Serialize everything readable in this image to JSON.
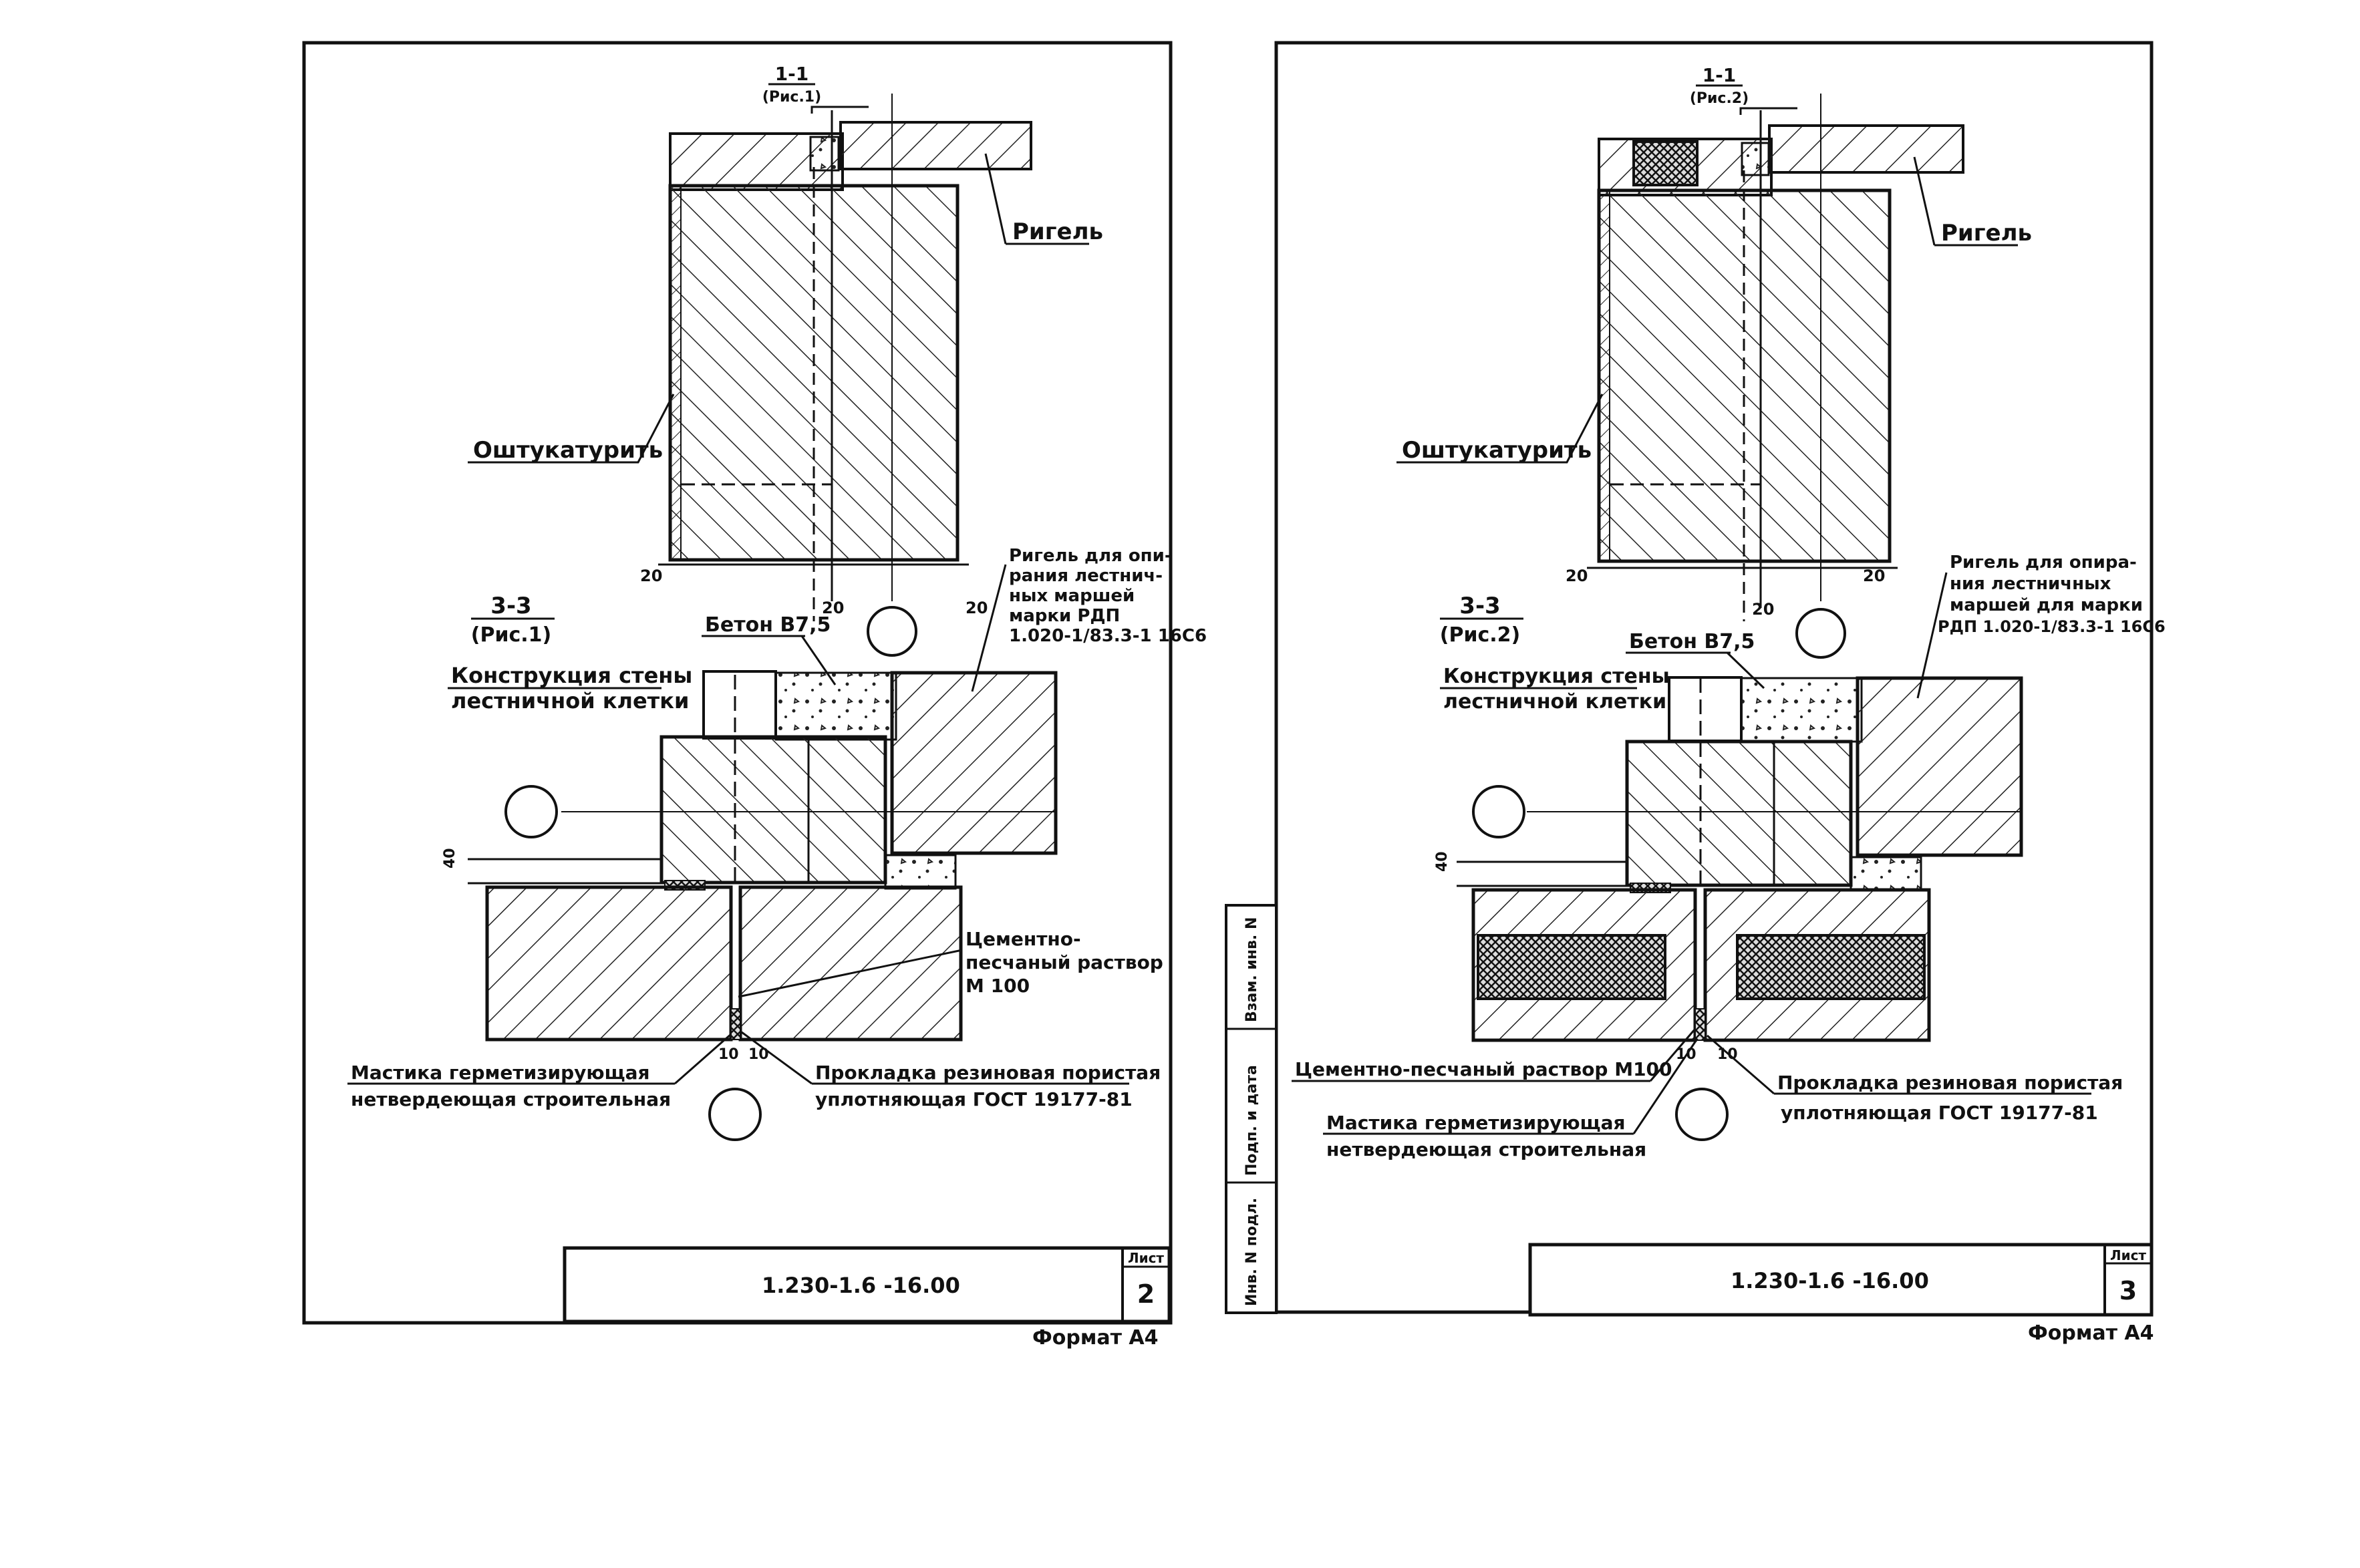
{
  "sheets": [
    {
      "section_a": {
        "mark": "1-1",
        "ref": "(Рис.1)"
      },
      "section_b": {
        "mark": "3-3",
        "ref": "(Рис.1)"
      },
      "labels": {
        "rigel": "Ригель",
        "plaster": "Оштукатурить",
        "concrete": "Бетон В7,5",
        "wall1": "Конструкция стены",
        "wall2": "лестничной клетки",
        "support1": "Ригель для опи-",
        "support2": "рания лестнич-",
        "support3": "ных маршей",
        "support4": "марки РДП",
        "support5": "1.020-1/83.3-1 16С6",
        "mortar1": "Цементно-",
        "mortar2": "песчаный раствор",
        "mortar3": "М 100",
        "mastic1": "Мастика герметизирующая",
        "mastic2": "нетвердеющая строительная",
        "gasket1": "Прокладка резиновая пористая",
        "gasket2": "уплотняющая ГОСТ 19177-81"
      },
      "dims": {
        "d20_left": "20",
        "d20_mid": "20",
        "d20_right": "20",
        "d10_a": "10",
        "d10_b": "10",
        "d40": "40"
      },
      "stamp": {
        "code": "1.230-1.6   -16.00",
        "sheet_label": "Лист",
        "sheet_no": "2"
      },
      "format": "Формат А4"
    },
    {
      "section_a": {
        "mark": "1-1",
        "ref": "(Рис.2)"
      },
      "section_b": {
        "mark": "3-3",
        "ref": "(Рис.2)"
      },
      "labels": {
        "rigel": "Ригель",
        "plaster": "Оштукатурить",
        "concrete": "Бетон В7,5",
        "wall1": "Конструкция стены",
        "wall2": "лестничной клетки",
        "support1": "Ригель для опира-",
        "support2": "ния лестничных",
        "support3": "маршей для марки",
        "support4": "РДП 1.020-1/83.3-1 16С6",
        "mortar": "Цементно-песчаный раствор М100",
        "mastic1": "Мастика герметизирующая",
        "mastic2": "нетвердеющая строительная",
        "gasket1": "Прокладка резиновая пористая",
        "gasket2": "уплотняющая ГОСТ 19177-81"
      },
      "dims": {
        "d20_left": "20",
        "d20_mid": "20",
        "d20_right": "20",
        "d10_a": "10",
        "d10_b": "10",
        "d40": "40"
      },
      "stamp": {
        "code": "1.230-1.6   -16.00",
        "sheet_label": "Лист",
        "sheet_no": "3"
      },
      "format": "Формат А4",
      "side_columns": [
        "Инв. N подл.",
        "Подп. и дата",
        "Взам. инв. N"
      ]
    }
  ]
}
